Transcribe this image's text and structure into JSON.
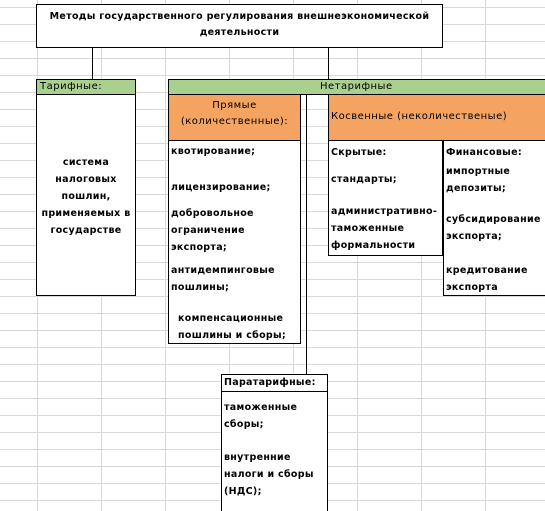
{
  "title": "Методы государственного регулирования внешнеэкономической деятельности",
  "tariff": {
    "header": "Тарифные:",
    "items": [
      "система",
      "налоговых",
      "пошлин,",
      "применяемых в",
      "государстве"
    ]
  },
  "nontariff": {
    "header": "Нетарифные",
    "direct": {
      "header_line1": "Прямые",
      "header_line2": "(количественные):",
      "items": [
        [
          "квотирование;"
        ],
        [
          "лицензирование;"
        ],
        [
          "добровольное",
          "ограничение",
          "экспорта;"
        ],
        [
          "антидемпинговые",
          "пошлины;"
        ],
        [
          "компенсационные",
          "пошлины и сборы;"
        ]
      ]
    },
    "indirect": {
      "header": "Косвенные (неколичественые)",
      "hidden": {
        "header": "Скрытые:",
        "items": [
          [
            "стандарты;"
          ],
          [
            "административно-",
            "таможенные",
            "формальности"
          ]
        ]
      },
      "financial": {
        "header": "Финансовые:",
        "items": [
          [
            "импортные",
            "депозиты;"
          ],
          [
            "субсидирование",
            "экспорта;"
          ],
          [
            "кредитование",
            "экспорта"
          ]
        ]
      }
    }
  },
  "paratariff": {
    "header": "Паратарифные:",
    "items": [
      [
        "таможенные",
        "сборы;"
      ],
      [
        "внутренние",
        "налоги и сборы",
        "(НДС);"
      ]
    ]
  }
}
